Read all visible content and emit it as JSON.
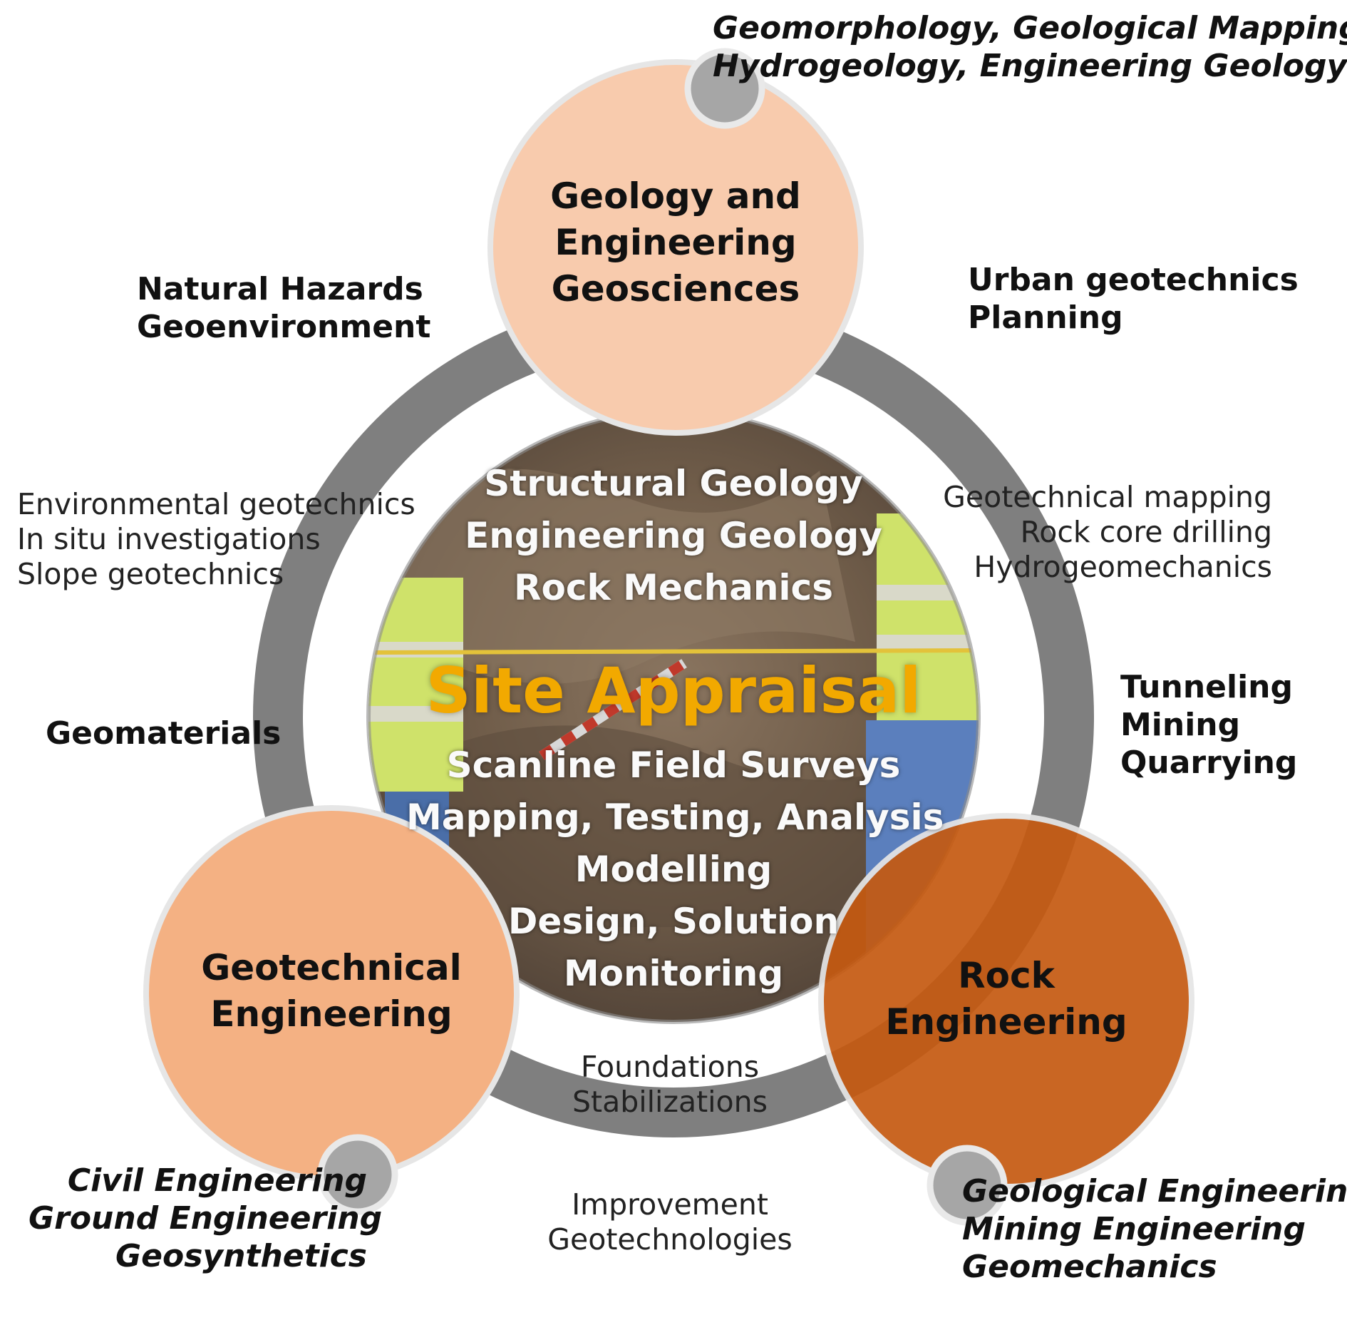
{
  "colors": {
    "ring": "#7f7f7f",
    "top_circle_fill": "#f8cbad",
    "left_circle_fill": "#f4b183",
    "right_circle_fill": "#c55a11",
    "connector_dot": "#a6a6a6",
    "center_title": "#f2a900",
    "center_text": "#ffffff"
  },
  "icons": [
    "connector-dot-icon",
    "site-photo-image"
  ],
  "center": {
    "top_lines": [
      "Structural Geology",
      "Engineering Geology",
      "Rock Mechanics"
    ],
    "title": "Site Appraisal",
    "bottom_lines": [
      "Scanline Field Surveys",
      "Mapping, Testing, Analysis",
      "Modelling",
      "Design, Solution",
      "Monitoring"
    ]
  },
  "circles": {
    "top": {
      "lines": [
        "Geology and",
        "Engineering",
        "Geosciences"
      ]
    },
    "left": {
      "lines": [
        "Geotechnical",
        "Engineering"
      ]
    },
    "right": {
      "lines": [
        "Rock",
        "Engineering"
      ]
    }
  },
  "outer_labels": {
    "top_right": [
      "Geomorphology, Geological Mapping,",
      "Hydrogeology, Engineering Geology"
    ],
    "bottom_left": [
      "Civil Engineering",
      "Ground Engineering",
      "Geosynthetics"
    ],
    "bottom_right": [
      "Geological Engineering",
      "Mining Engineering",
      "Geomechanics"
    ]
  },
  "ring_labels": {
    "upper_left": [
      "Natural Hazards",
      "Geoenvironment"
    ],
    "upper_right": [
      "Urban geotechnics",
      "Planning"
    ],
    "left": [
      "Geomaterials"
    ],
    "right": [
      "Tunneling",
      "Mining",
      "Quarrying"
    ]
  },
  "inner_labels": {
    "left": [
      "Environmental geotechnics",
      "In situ investigations",
      "Slope geotechnics"
    ],
    "right": [
      "Geotechnical mapping",
      "Rock core drilling",
      "Hydrogeomechanics"
    ],
    "bottom_inner": [
      "Foundations",
      "Stabilizations"
    ],
    "bottom_outer": [
      "Improvement",
      "Geotechnologies"
    ]
  }
}
